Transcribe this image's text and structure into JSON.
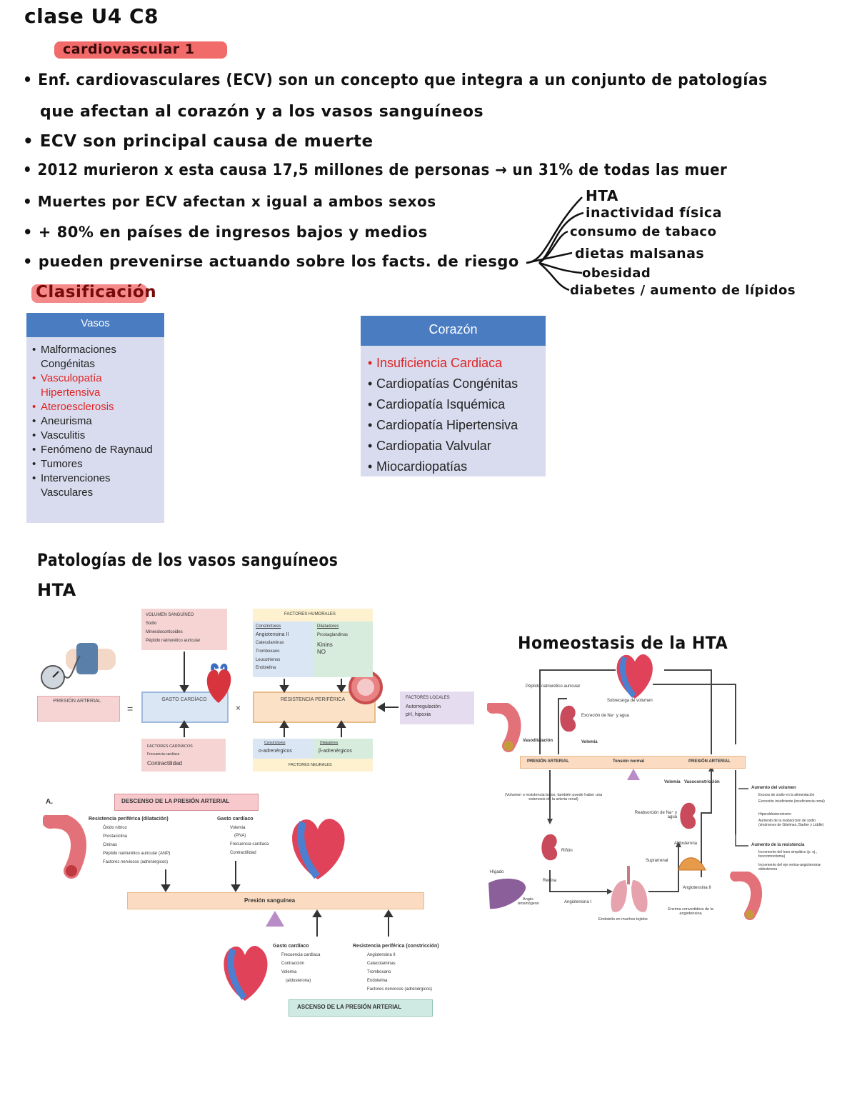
{
  "header": {
    "title": "clase U4 C8",
    "subtitle": "cardiovascular 1"
  },
  "bullets": [
    "• Enf. cardiovasculares (ECV) son un concepto que integra a un conjunto de patologías",
    "que afectan al corazón y a los vasos sanguíneos",
    "• ECV son principal causa de muerte",
    "• 2012 murieron x esta causa 17,5 millones de personas → un 31% de todas las muer",
    "• Muertes por ECV afectan x igual a ambos sexos",
    "• + 80% en países de ingresos bajos y medios",
    "• pueden prevenirse actuando sobre los facts. de riesgo"
  ],
  "risk_factors": [
    "HTA",
    "inactividad física",
    "consumo de tabaco",
    "dietas malsanas",
    "obesidad",
    "diabetes / aumento de lípidos"
  ],
  "classification_title": "Clasificación",
  "vasos": {
    "title": "Vasos",
    "items": [
      {
        "text": "Malformaciones Congénitas",
        "red": false
      },
      {
        "text": "Vasculopatía Hipertensiva",
        "red": true
      },
      {
        "text": "Ateroesclerosis",
        "red": true
      },
      {
        "text": "Aneurisma",
        "red": false
      },
      {
        "text": "Vasculitis",
        "red": false
      },
      {
        "text": "Fenómeno de Raynaud",
        "red": false
      },
      {
        "text": "Tumores",
        "red": false
      },
      {
        "text": "Intervenciones Vasculares",
        "red": false
      }
    ]
  },
  "corazon": {
    "title": "Corazón",
    "items": [
      {
        "text": "Insuficiencia Cardiaca",
        "red": true
      },
      {
        "text": "Cardiopatías Congénitas",
        "red": false
      },
      {
        "text": "Cardiopatía Isquémica",
        "red": false
      },
      {
        "text": "Cardiopatía Hipertensiva",
        "red": false
      },
      {
        "text": "Cardiopatia Valvular",
        "red": false
      },
      {
        "text": "Miocardiopatías",
        "red": false
      }
    ]
  },
  "section2": {
    "line1": "Patologías de los vasos sanguíneos",
    "line2": "HTA",
    "homeostasis": "Homeostasis de la HTA"
  },
  "fig1": {
    "presion": "PRESIÓN ARTERIAL",
    "equals": "=",
    "gasto": "GASTO CARDÍACO",
    "times": "×",
    "resistencia": "RESISTENCIA PERIFÉRICA",
    "vol_title": "VOLUMEN SANGUÍNEO",
    "vol_items": [
      "Sodio",
      "Mineralocorticoides",
      "Péptido natriurético auricular"
    ],
    "hum_title": "FACTORES HUMORALES",
    "constr": "Constrictores",
    "constr_items": [
      "Angiotensina II",
      "Catecolaminas",
      "Tromboxano",
      "Leucotrienos",
      "Endotelina"
    ],
    "dilat": "Dilatadores",
    "dilat_items": [
      "Prostaglandinas",
      "Kinins",
      "NO"
    ],
    "loc_title": "FACTORES LOCALES",
    "loc_items": [
      "Autorregulación",
      "pH, hipoxia"
    ],
    "card_title": "FACTORES CARDÍACOS",
    "card_items": [
      "Frecuencia cardíaca",
      "Contractilidad"
    ],
    "neu_constr": "Constrictores",
    "neu_a": "α-adrenérgicos",
    "neu_dilat": "Dilatadores",
    "neu_b": "β-adrenérgicos",
    "neu_title": "FACTORES NEURALES"
  },
  "fig2": {
    "letter": "A.",
    "descenso": "DESCENSO DE LA PRESIÓN ARTERIAL",
    "res_dil": "Resistencia periférica (dilatación)",
    "res_dil_items": [
      "Óxido nítrico",
      "Prostaciclina",
      "Cininas",
      "Péptido natriurético auricular (ANP)",
      "Factores nerviosos (adrenérgicos)"
    ],
    "gasto_dec": "Gasto cardíaco",
    "gasto_dec_items": [
      "Volemia",
      "(PNA)",
      "Frecuencia cardíaca",
      "Contractilidad"
    ],
    "presion": "Presión sanguínea",
    "gasto_inc": "Gasto cardíaco",
    "gasto_inc_items": [
      "Frecuencia cardíaca",
      "Contracción",
      "Volemia",
      "(aldosterona)"
    ],
    "res_con": "Resistencia periférica (constricción)",
    "res_con_items": [
      "Angiotensina II",
      "Catecolaminas",
      "Tromboxano",
      "Endotelina",
      "Factores nerviosos (adrenérgicos)"
    ],
    "ascenso": "ASCENSO DE LA PRESIÓN ARTERIAL"
  },
  "fig3": {
    "pna": "Péptido natriurético auricular",
    "sobrecarga": "Sobrecarga de volumen",
    "excrecion": "Excreción de Na⁺ y agua",
    "vasodilat": "Vasodilatación",
    "volemia_dec": "Volemia",
    "bar_left": "PRESIÓN ARTERIAL",
    "bar_mid": "Tensión normal",
    "bar_right": "PRESIÓN ARTERIAL",
    "volemia_inc": "Volemia",
    "vasoconstr": "Vasoconstricción",
    "vol_note": "(Volumen o resistencia bajos; también puede haber una estenosis de la arteria renal)",
    "reabs": "Reabsorción de Na⁺ y agua",
    "aldosterona": "Aldosterona",
    "rinon": "Riñón",
    "suprarrenal": "Suprarrenal",
    "renina": "Renina",
    "higado": "Hígado",
    "angiotensinogeno": "Angio-tensinógeno",
    "ang1": "Angiotensina I",
    "ang2": "Angiotensina II",
    "endotelio": "Endotelio en muchos tejidos",
    "eca": "Enzima convertidora de la angiotensina",
    "aum_vol": "Aumento del volumen",
    "aum_vol_items": [
      "Exceso de sodio en la alimentación",
      "Excreción insuficiente (insuficiencia renal)",
      "Hiperaldosteronismo",
      "Aumento de la reabsorción de sodio (síndromes de Gitelman, Bartter y Liddle)"
    ],
    "aum_res": "Aumento de la resistencia",
    "aum_res_items": [
      "Incremento del tono simpático (p. ej., feocromocitoma)",
      "Incremento del eje renina-angiotensina-aldosterona"
    ]
  }
}
